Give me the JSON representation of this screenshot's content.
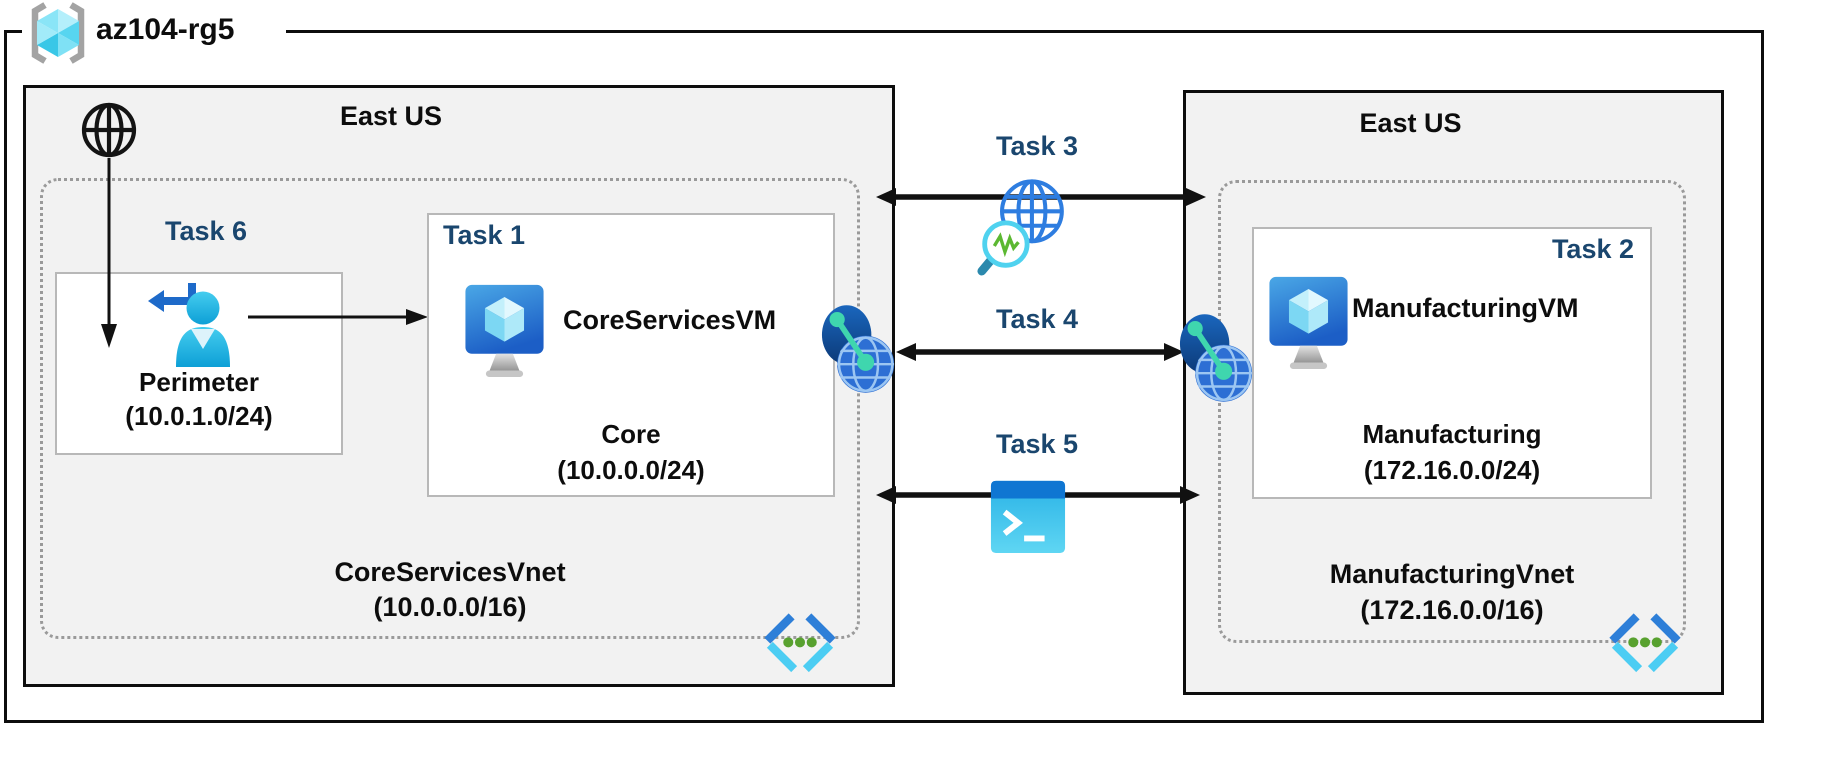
{
  "resource_group": {
    "name": "az104-rg5"
  },
  "left_region": {
    "location": "East US",
    "vnet_name": "CoreServicesVnet",
    "vnet_cidr": "(10.0.0.0/16)",
    "task1": {
      "label": "Task 1",
      "vm_name": "CoreServicesVM",
      "subnet_name": "Core",
      "subnet_cidr": "(10.0.0.0/24)"
    },
    "task6": {
      "label": "Task 6",
      "subnet_name": "Perimeter",
      "subnet_cidr": "(10.0.1.0/24)"
    }
  },
  "right_region": {
    "location": "East US",
    "vnet_name": "ManufacturingVnet",
    "vnet_cidr": "(172.16.0.0/16)",
    "task2": {
      "label": "Task 2",
      "vm_name": "ManufacturingVM",
      "subnet_name": "Manufacturing",
      "subnet_cidr": "(172.16.0.0/24)"
    }
  },
  "connections": {
    "task3": {
      "label": "Task 3",
      "icon": "network-watcher-icon"
    },
    "task4": {
      "label": "Task 4",
      "icon": "network-peering-icon"
    },
    "task5": {
      "label": "Task 5",
      "icon": "cloud-shell-icon"
    }
  },
  "icons": {
    "resource_group": "resource-group-icon",
    "internet": "internet-globe-icon",
    "sign_in_user": "user-return-icon",
    "virtual_machine": "vm-icon",
    "network_watcher": "network-watcher-icon",
    "peering": "network-peering-icon",
    "cloud_shell": "cloud-shell-icon",
    "virtual_network": "vnet-icon"
  },
  "colors": {
    "task_label_blue": "#1a466e",
    "region_fill": "#f2f2f2",
    "outline_black": "#0d0d0d",
    "subnet_box_border": "#b8b8b8",
    "vnet_dotted_border": "#9a9a9a",
    "azure_blue": "#2e7fd8",
    "azure_cyan": "#4ccdf3",
    "peering_teal": "#3fd6ae",
    "vnet_dot_green": "#58a12f"
  }
}
